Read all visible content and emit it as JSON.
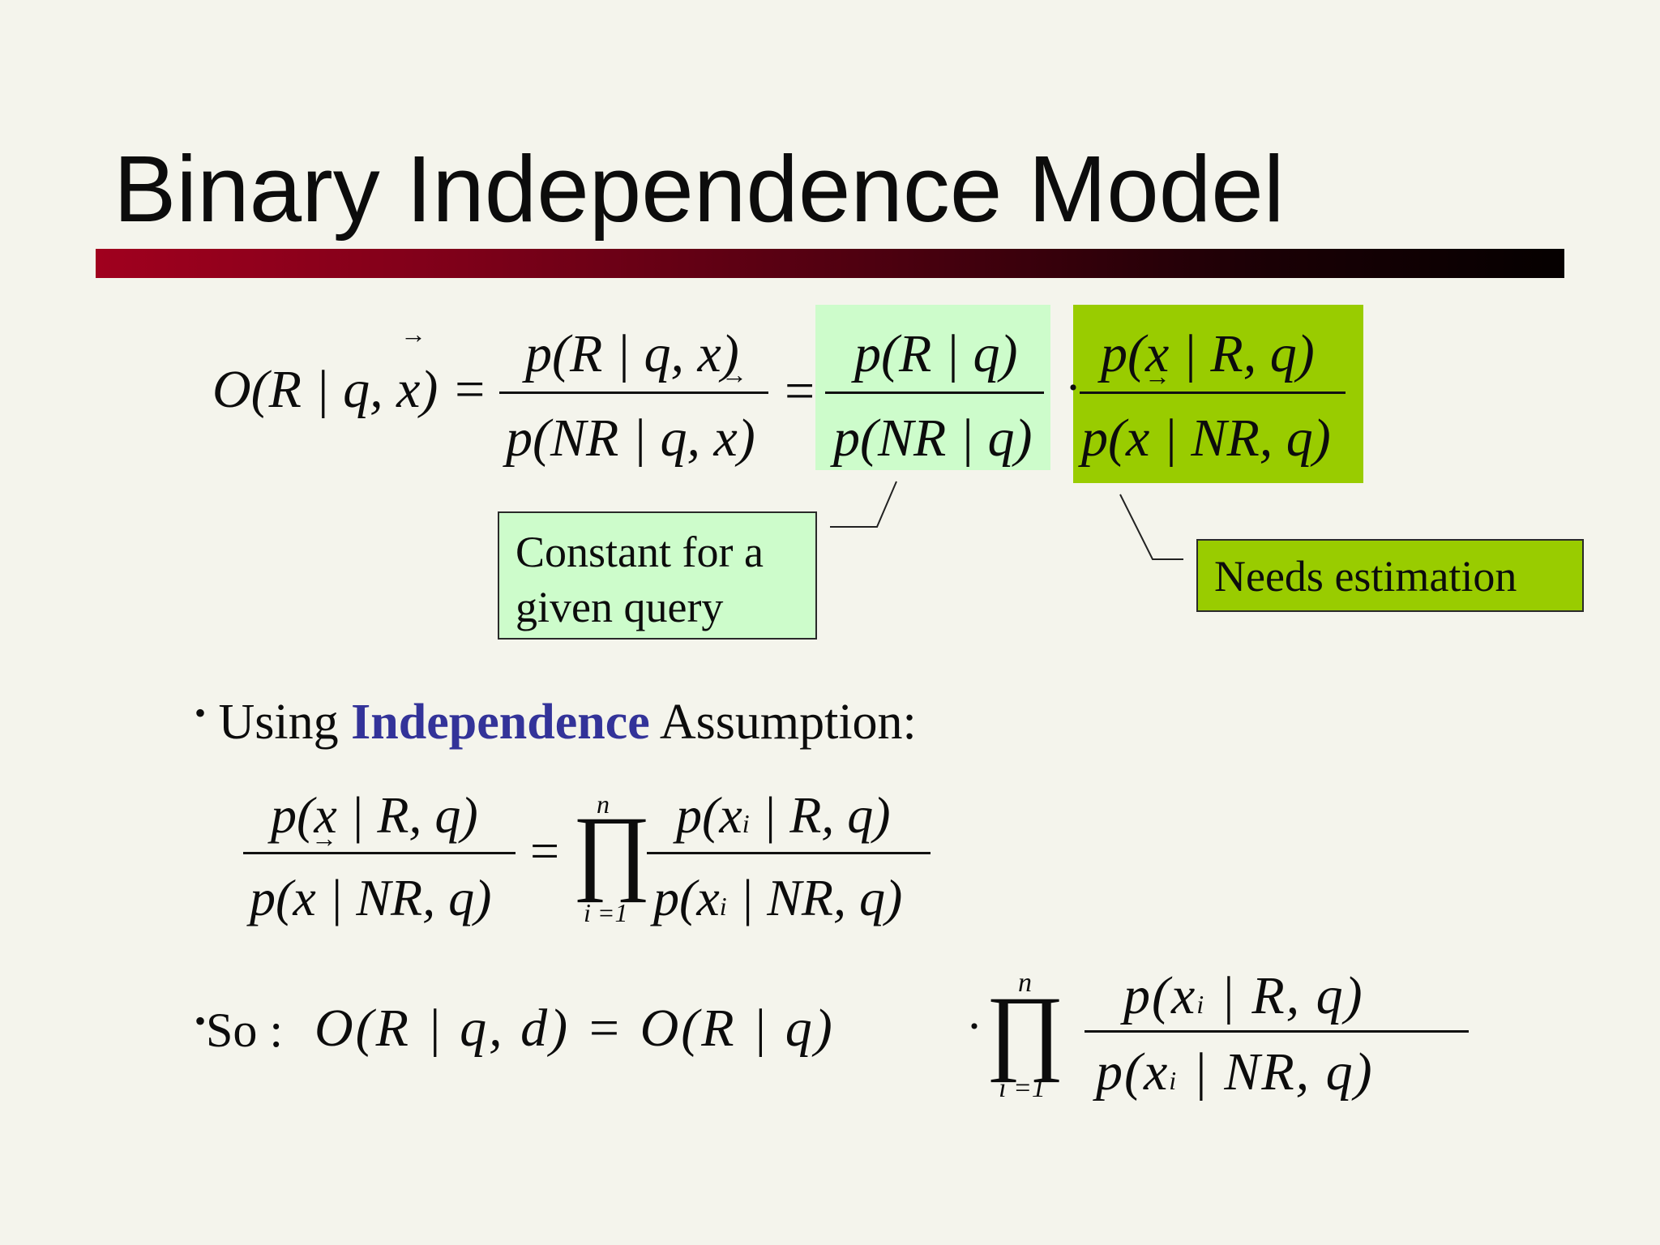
{
  "slide": {
    "title": "Binary Independence Model"
  },
  "eq1": {
    "lhs": "O(R | q, x) =",
    "f1_num": "p(R | q, x)",
    "f1_den": "p(NR | q, x)",
    "eq_sign": "=",
    "f2_num": "p(R | q)",
    "f2_den": "p(NR | q)",
    "dot": "·",
    "f3_num": "p(x | R, q)",
    "f3_den": "p(x | NR, q)",
    "arrow": "→"
  },
  "callouts": {
    "constant": "Constant for a given query",
    "needs": "Needs estimation"
  },
  "bullet1": {
    "bullet": "•",
    "pre": "Using ",
    "highlight": "Independence",
    "post": " Assumption:"
  },
  "eq2": {
    "lhs_num": "p(x | R, q)",
    "lhs_den": "p(x | NR, q)",
    "eq_sign": "=",
    "prod": "∏",
    "prod_top": "n",
    "prod_bottom": "i =1",
    "rhs_num_a": "p(x",
    "rhs_num_sub": "i",
    "rhs_num_b": " | R, q)",
    "rhs_den_a": "p(x",
    "rhs_den_sub": "i",
    "rhs_den_b": " | NR, q)"
  },
  "bullet2": {
    "bullet": "•",
    "so": "So : ",
    "expr": "O(R | q, d) = O(R | q)",
    "dot": "·",
    "prod": "∏",
    "prod_top": "n",
    "prod_bottom": "i =1",
    "num_a": "p(x",
    "num_sub": "i",
    "num_b": " | R, q)",
    "den_a": "p(x",
    "den_sub": "i",
    "den_b": " | NR, q)"
  },
  "colors": {
    "background": "#f4f4ec",
    "rule_start": "#a0001e",
    "rule_end": "#050000",
    "light_green": "#cdfccb",
    "green": "#99cc00",
    "highlight_blue": "#333399"
  }
}
